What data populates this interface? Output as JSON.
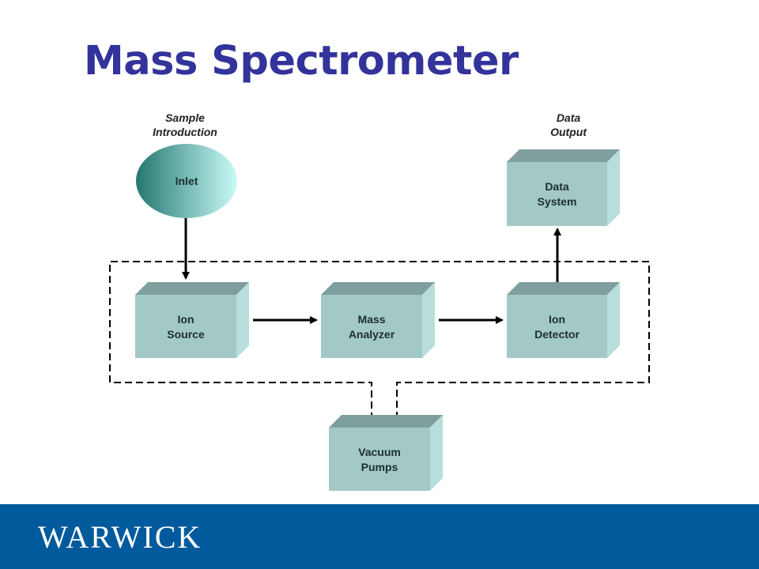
{
  "title": "Mass Spectrometer",
  "captions": {
    "sample_line1": "Sample",
    "sample_line2": "Introduction",
    "data_line1": "Data",
    "data_line2": "Output"
  },
  "nodes": {
    "inlet": {
      "label": "Inlet"
    },
    "data_system": {
      "line1": "Data",
      "line2": "System"
    },
    "ion_source": {
      "line1": "Ion",
      "line2": "Source"
    },
    "mass_analyzer": {
      "line1": "Mass",
      "line2": "Analyzer"
    },
    "ion_detector": {
      "line1": "Ion",
      "line2": "Detector"
    },
    "vacuum_pumps": {
      "line1": "Vacuum",
      "line2": "Pumps"
    }
  },
  "edges": [
    {
      "from": "Inlet",
      "to": "Ion Source"
    },
    {
      "from": "Ion Source",
      "to": "Mass Analyzer"
    },
    {
      "from": "Mass Analyzer",
      "to": "Ion Detector"
    },
    {
      "from": "Ion Detector",
      "to": "Data System"
    },
    {
      "from": "Vacuum Pumps",
      "to": "vacuum enclosure",
      "style": "dashed"
    }
  ],
  "colors": {
    "title": "#33339b",
    "box_front": "#a3c9c6",
    "box_top": "#7e9f9d",
    "box_side": "#b7dedc",
    "footer": "#005a9b"
  },
  "footer": {
    "logo": "WARWICK"
  }
}
